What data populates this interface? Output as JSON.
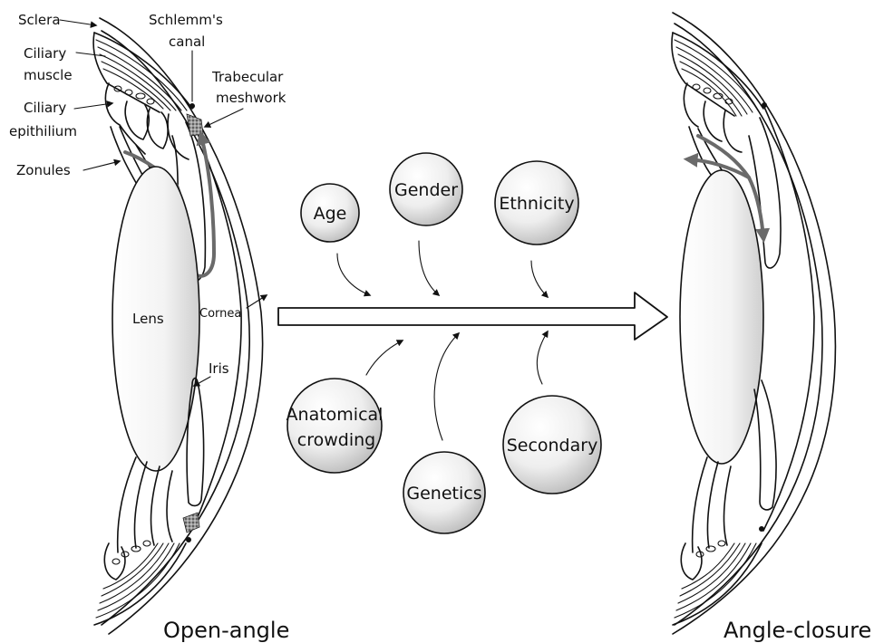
{
  "left_eye": {
    "caption": "Open-angle",
    "labels": {
      "sclera": "Sclera",
      "schlemm_line1": "Schlemm's",
      "schlemm_line2": "canal",
      "ciliary_muscle_line1": "Ciliary",
      "ciliary_muscle_line2": "muscle",
      "trabecular_line1": "Trabecular",
      "trabecular_line2": "meshwork",
      "ciliary_epi_line1": "Ciliary",
      "ciliary_epi_line2": "epithilium",
      "zonules": "Zonules",
      "lens": "Lens",
      "cornea": "Cornea",
      "iris": "Iris"
    }
  },
  "right_eye": {
    "caption": "Angle-closure"
  },
  "risk_factors": {
    "top": [
      "Age",
      "Gender",
      "Ethnicity"
    ],
    "bottom": [
      {
        "line1": "Anatomical",
        "line2": "crowding"
      },
      {
        "line1": "Genetics",
        "line2": ""
      },
      {
        "line1": "Secondary",
        "line2": ""
      }
    ]
  },
  "colors": {
    "outline": "#111111",
    "aqueous_flow": "#6a6a6a",
    "meshwork": "#777777",
    "sphere_highlight": "#ffffff",
    "sphere_shadow": "#b8b8b8"
  }
}
